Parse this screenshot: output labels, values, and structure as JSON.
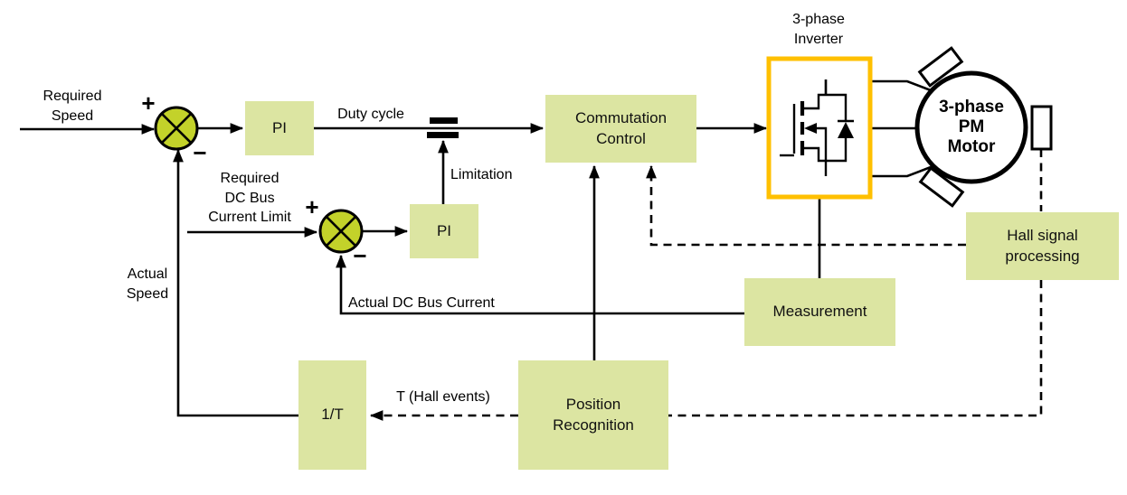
{
  "colors": {
    "block_fill": "#dce5a2",
    "sum_junction_fill": "#c3d22a",
    "inverter_border": "#ffc000",
    "line_color": "#000000"
  },
  "labels": {
    "required_speed": "Required\nSpeed",
    "duty_cycle": "Duty cycle",
    "limitation": "Limitation",
    "required_dc_bus": "Required\nDC Bus\nCurrent Limit",
    "actual_dc_bus": "Actual DC Bus Current",
    "actual_speed": "Actual\nSpeed",
    "t_hall_events": "T (Hall events)",
    "inverter_title": "3-phase\nInverter",
    "plus": "+",
    "minus": "−"
  },
  "blocks": {
    "pi_speed": "PI",
    "pi_current": "PI",
    "commutation_control": "Commutation\nControl",
    "measurement": "Measurement",
    "position_recognition": "Position\nRecognition",
    "inverse_period": "1/T",
    "hall_signal_processing": "Hall signal\nprocessing",
    "motor": "3-phase\nPM\nMotor"
  }
}
